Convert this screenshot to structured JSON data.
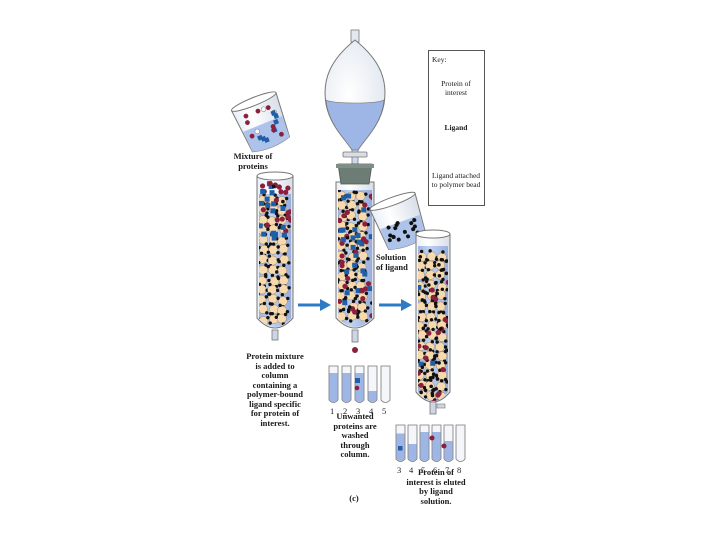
{
  "key": {
    "title": "Key:",
    "protein_label": "Protein of interest",
    "ligand_label": "Ligand",
    "bead_label": "Ligand attached to polymer bead"
  },
  "captions": {
    "mixture": "Mixture of proteins",
    "step1": "Protein mixture is added to column containing a polymer-bound ligand specific for protein of interest.",
    "ligand_solution": "Solution of ligand",
    "step2": "Unwanted proteins are washed through column.",
    "step3": "Protein of interest is eluted by ligand solution.",
    "panel": "(c)"
  },
  "fractions_set1": [
    "1",
    "2",
    "3",
    "4",
    "5"
  ],
  "fractions_set2": [
    "3",
    "4",
    "5",
    "6",
    "7",
    "8"
  ],
  "colors": {
    "liquid": "#aec3ea",
    "bead": "#f7d9ae",
    "protein_of_interest": "#8c1f3a",
    "other_protein": "#1f5fa8",
    "ligand": "#111111",
    "arrow": "#2e7bc4",
    "stopper": "#6d7d76"
  }
}
